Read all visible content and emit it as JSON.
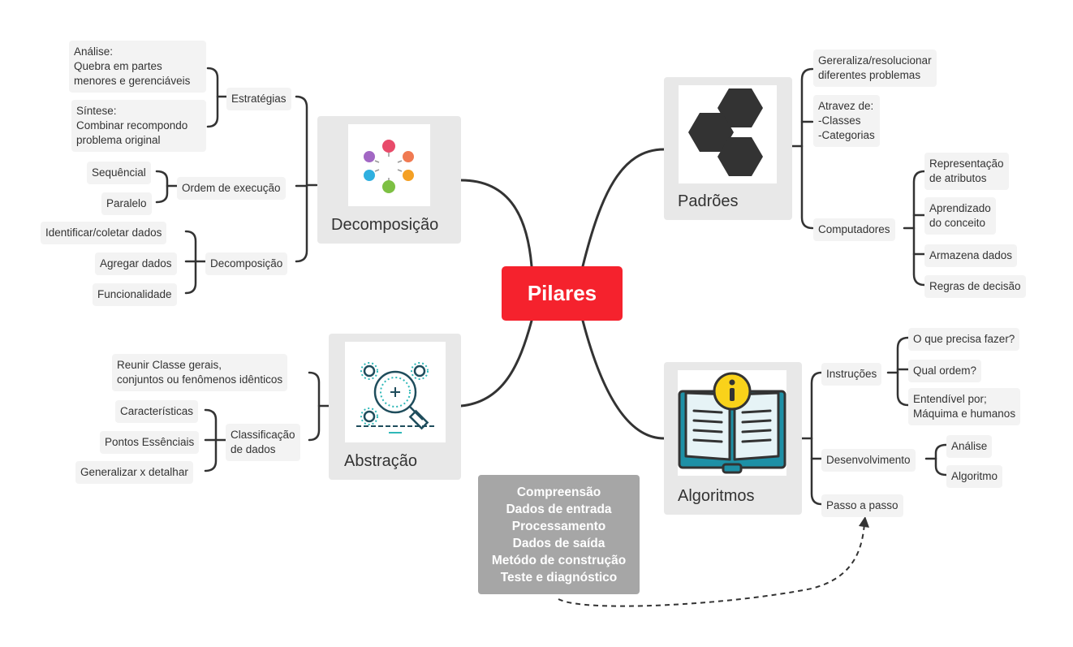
{
  "center": {
    "label": "Pilares"
  },
  "branches": {
    "decomposicao": {
      "label": "Decomposição",
      "icon": "connected-circles-icon"
    },
    "abstracao": {
      "label": "Abstração",
      "icon": "magnifier-gears-icon"
    },
    "padroes": {
      "label": "Padrões",
      "icon": "hexagons-icon"
    },
    "algoritmos": {
      "label": "Algoritmos",
      "icon": "info-book-icon"
    }
  },
  "decomposicao": {
    "estrategias": {
      "label": "Estratégias",
      "children": [
        "Análise:\nQuebra em partes\nmenores e gerenciáveis",
        "Síntese:\nCombinar recompondo\nproblema original"
      ]
    },
    "ordem": {
      "label": "Ordem de execução",
      "children": [
        "Sequêncial",
        "Paralelo"
      ]
    },
    "decomp": {
      "label": "Decomposição",
      "children": [
        "Identificar/coletar dados",
        "Agregar dados",
        "Funcionalidade"
      ]
    }
  },
  "abstracao": {
    "reunir": "Reunir Classe gerais,\nconjuntos ou fenômenos idênticos",
    "classificacao": {
      "label": "Classificação\nde dados",
      "children": [
        "Características",
        "Pontos Essênciais",
        "Generalizar x detalhar"
      ]
    }
  },
  "padroes": {
    "generaliza": "Gereraliza/resolucionar\ndiferentes problemas",
    "atraves": "Atravez de:\n-Classes\n-Categorias",
    "computadores": {
      "label": "Computadores",
      "children": [
        "Representação\nde atributos",
        "Aprendizado\ndo conceito",
        "Armazena dados",
        "Regras de decisão"
      ]
    }
  },
  "algoritmos": {
    "instrucoes": {
      "label": "Instruções",
      "children": [
        "O que precisa fazer?",
        "Qual ordem?",
        "Entendível por;\nMáquima e humanos"
      ]
    },
    "desenvolvimento": {
      "label": "Desenvolvimento",
      "children": [
        "Análise",
        "Algoritmo"
      ]
    },
    "passo": "Passo a passo"
  },
  "note": {
    "lines": [
      "Compreensão",
      "Dados de entrada",
      "Processamento",
      "Dados de saída",
      "Metódo de construção",
      "Teste e diagnóstico"
    ]
  },
  "colors": {
    "center": "#f5222d",
    "line": "#333333",
    "branch_bg": "#e8e8e8",
    "leaf_bg": "#f3f3f3",
    "note_bg": "#a6a6a6"
  }
}
